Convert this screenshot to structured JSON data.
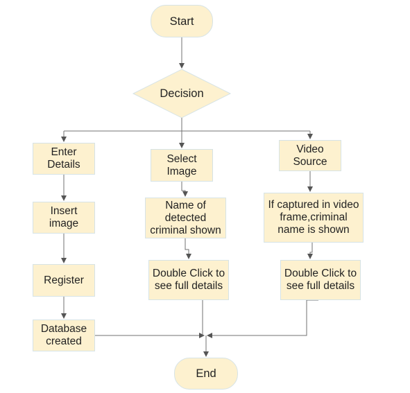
{
  "diagram": {
    "colors": {
      "fill": "#fdf1cf",
      "stroke": "#d6e3e6",
      "edge": "#707070",
      "text": "#222222"
    },
    "start": "Start",
    "decision": "Decision",
    "end": "End",
    "branch_left": {
      "enter_details": "Enter\nDetails",
      "insert_image": "Insert\nimage",
      "register": "Register",
      "database_created": "Database\ncreated"
    },
    "branch_middle": {
      "select_image": "Select\nImage",
      "name_detected": "Name of\ndetected\ncriminal shown",
      "double_click": "Double Click to\nsee full details"
    },
    "branch_right": {
      "video_source": "Video\nSource",
      "captured_in_frame": "If captured in video\nframe,criminal\nname is shown",
      "double_click": "Double Click to\nsee full details"
    }
  }
}
